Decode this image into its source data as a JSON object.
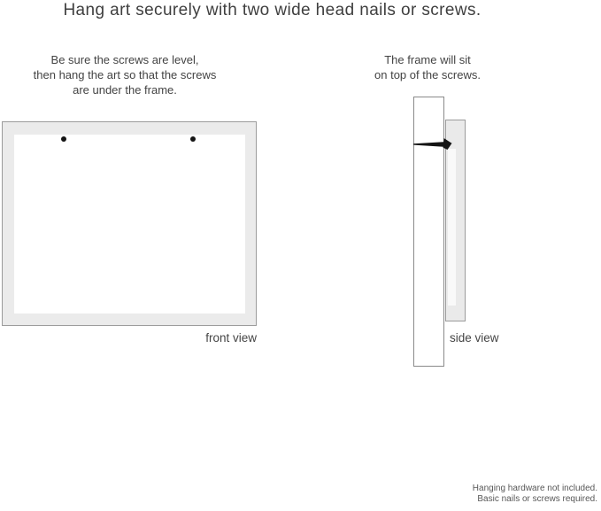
{
  "title": "Hang art securely with two wide head nails or screws.",
  "front_view": {
    "note_lines": [
      "Be sure the screws are level,",
      "then hang the art so that the screws",
      "are under the frame."
    ],
    "label": "front view"
  },
  "side_view": {
    "note_lines": [
      "The frame will sit",
      "on top of the screws."
    ],
    "label": "side view"
  },
  "footer": {
    "lines": [
      "Hanging hardware not included.",
      "Basic nails or screws required."
    ]
  },
  "colors": {
    "text": "#3f3f3f",
    "muted_text": "#575757",
    "frame_fill": "#ebebeb",
    "frame_border": "#9b9b9b",
    "mat_fill": "#ffffff",
    "nail": "#141414"
  }
}
